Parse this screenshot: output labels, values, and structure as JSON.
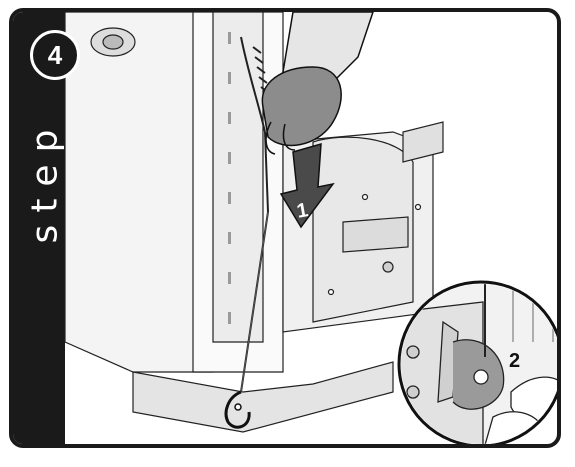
{
  "step": {
    "number": "4",
    "word": "step"
  },
  "callouts": {
    "one": "1",
    "two": "2"
  },
  "icons": {
    "arrow": "down-arrow-icon",
    "hand": "gloved-hand-icon",
    "hook": "hook-icon",
    "detail": "magnified-detail-circle"
  },
  "colors": {
    "frame": "#1a1a1a",
    "line_art": "#222222",
    "panel_fill": "#f4f4f4",
    "arrow_fill": "#4a4a4a",
    "glove_fill": "#8c8c8c"
  }
}
